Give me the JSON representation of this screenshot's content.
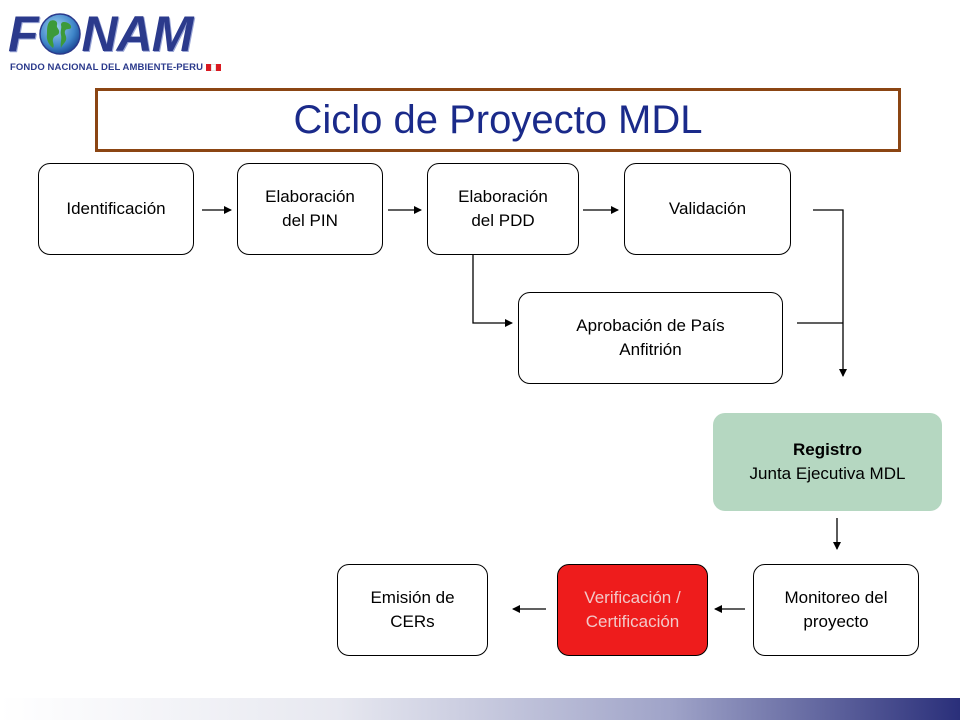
{
  "logo": {
    "letter_f": "F",
    "letters_nam": "NAM",
    "subtitle": "FONDO NACIONAL DEL AMBIENTE-PERU",
    "icon": "globe-icon",
    "flag_colors": [
      "#d91a21",
      "#ffffff",
      "#d91a21"
    ]
  },
  "title": "Ciclo de Proyecto MDL",
  "nodes": {
    "identificacion": {
      "lines": [
        "Identificación"
      ]
    },
    "pin": {
      "lines": [
        "Elaboración",
        "del PIN"
      ]
    },
    "pdd": {
      "lines": [
        "Elaboración",
        "del PDD"
      ]
    },
    "validacion": {
      "lines": [
        "Validación"
      ]
    },
    "aprobacion": {
      "lines": [
        "Aprobación de País",
        "Anfitrión"
      ]
    },
    "registro": {
      "lines": [
        "Registro",
        "Junta Ejecutiva MDL"
      ]
    },
    "monitoreo": {
      "lines": [
        "Monitoreo del",
        "proyecto"
      ]
    },
    "verificacion": {
      "lines": [
        "Verificación /",
        "Certificación"
      ]
    },
    "emision": {
      "lines": [
        "Emisión de",
        "CERs"
      ]
    }
  },
  "colors": {
    "title_text": "#1a2a8a",
    "title_border": "#8b4513",
    "registro_fill": "#b5d7c1",
    "verificacion_fill": "#ee1c1c",
    "verificacion_text": "#f2c8c8",
    "logo_blue": "#2b3a8c"
  }
}
